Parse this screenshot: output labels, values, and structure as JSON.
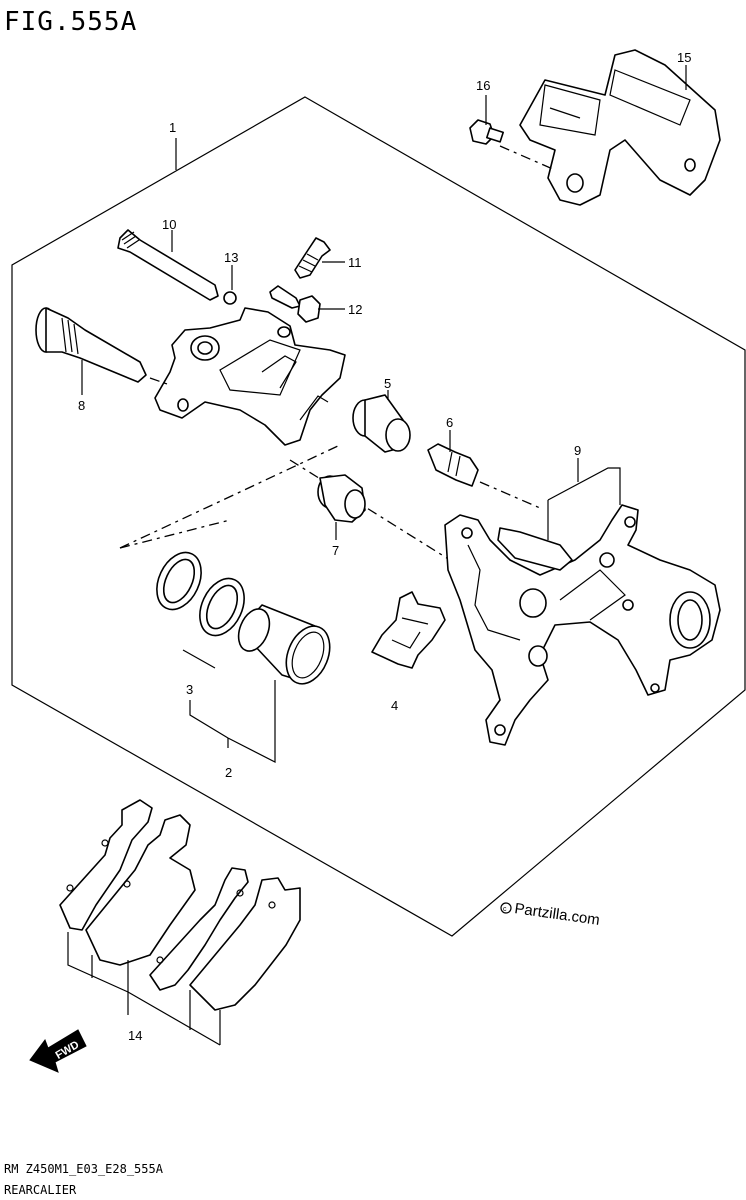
{
  "figure": {
    "title": "FIG.555A",
    "code": "RM Z450M1_E03_E28_555A",
    "caption": "REARCALIER",
    "watermark": "Partzilla.com"
  },
  "callouts": {
    "c1": "1",
    "c2": "2",
    "c3": "3",
    "c4": "4",
    "c5": "5",
    "c6": "6",
    "c7": "7",
    "c8": "8",
    "c9": "9",
    "c10": "10",
    "c11": "11",
    "c12": "12",
    "c13": "13",
    "c14": "14",
    "c15": "15",
    "c16": "16"
  },
  "fwd_label": "FWD"
}
